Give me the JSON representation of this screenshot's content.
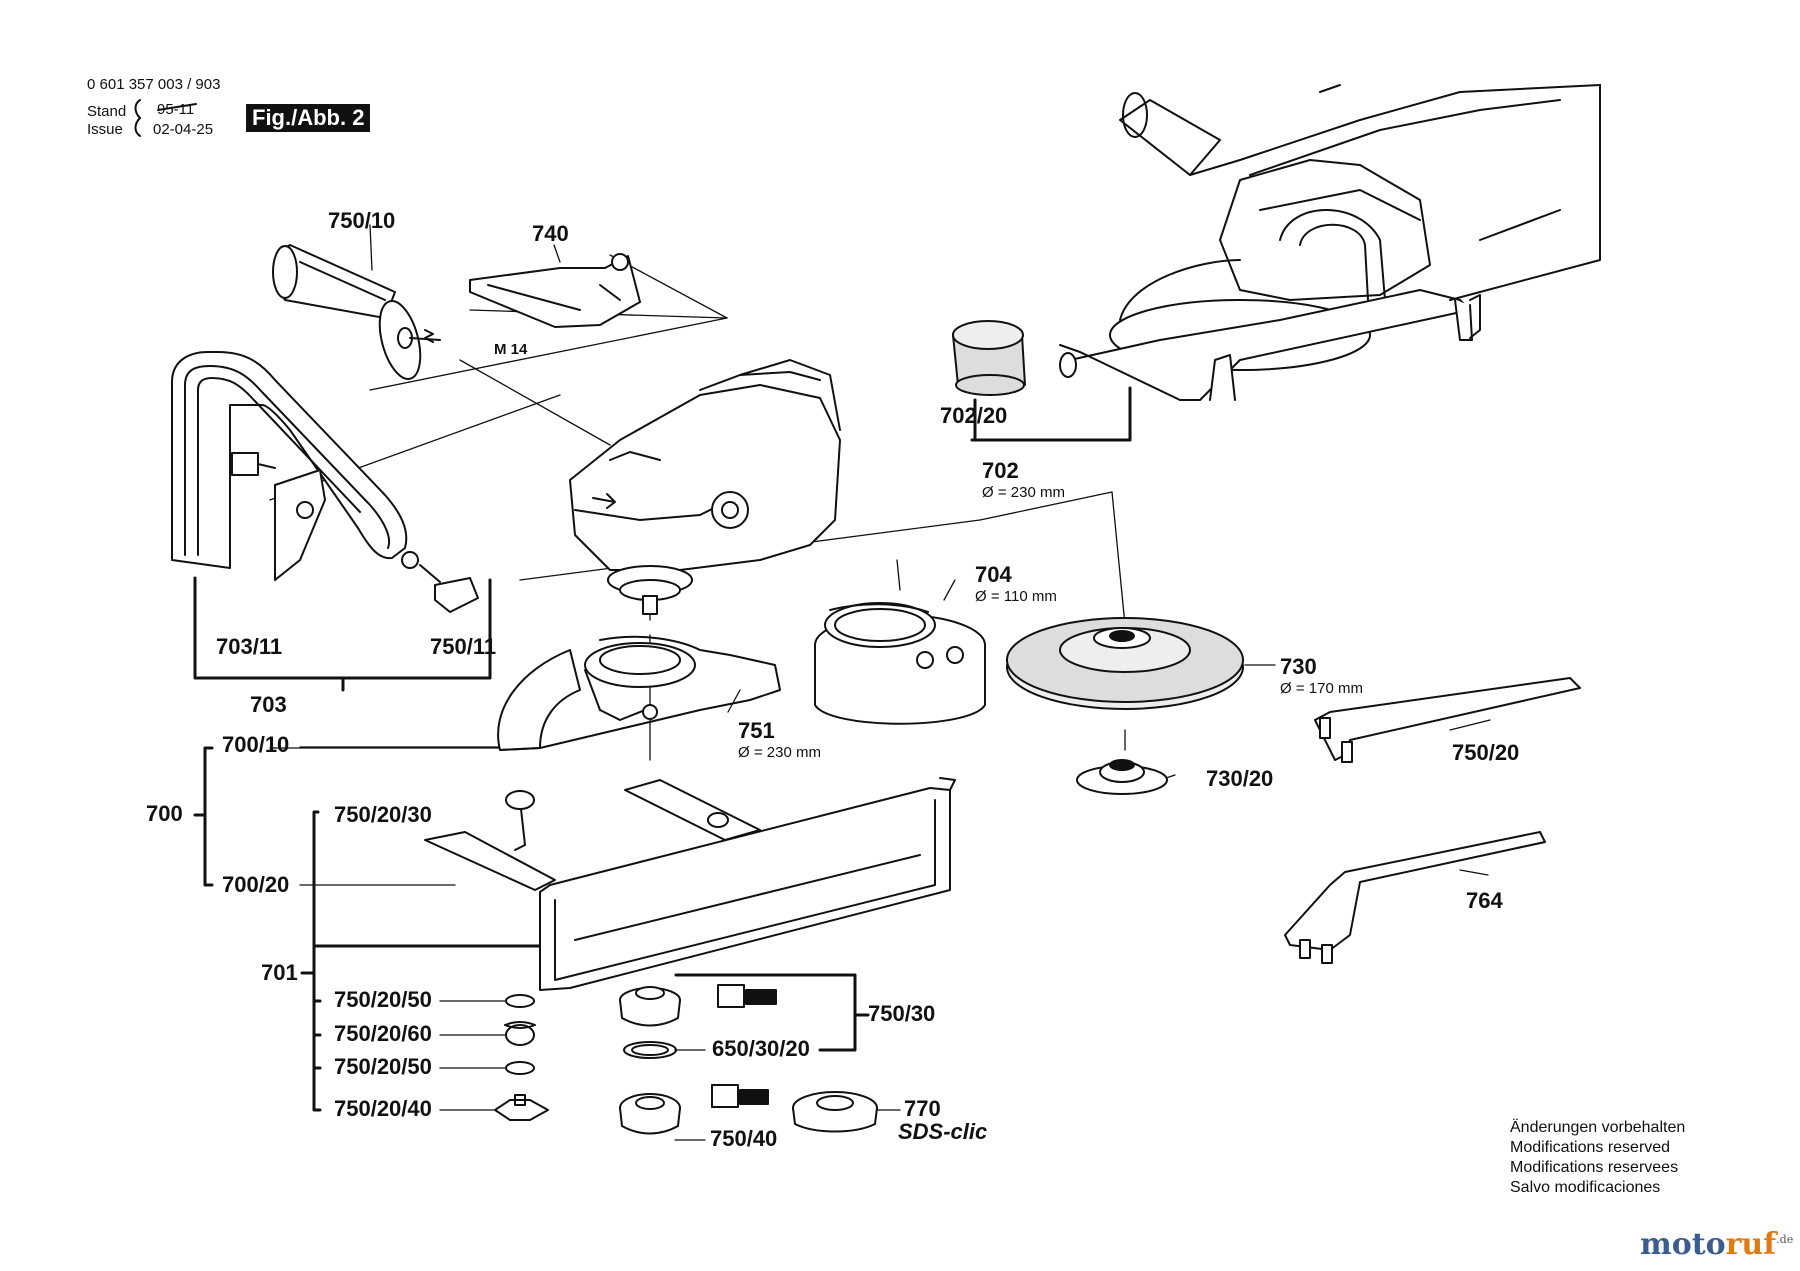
{
  "header": {
    "part_number": "0 601 357 003 / 903",
    "stand_label": "Stand",
    "stand_value": "95-11",
    "issue_label": "Issue",
    "issue_value": "02-04-25",
    "figure_label": "Fig./Abb. 2"
  },
  "parts": {
    "p750_10": "750/10",
    "p740": "740",
    "m14": "M 14",
    "p703_11": "703/11",
    "p750_11": "750/11",
    "p703": "703",
    "p700_10": "700/10",
    "p700": "700",
    "p700_20": "700/20",
    "p751": "751",
    "p751_dim": "Ø = 230 mm",
    "p702_20": "702/20",
    "p702": "702",
    "p702_dim": "Ø = 230 mm",
    "p704": "704",
    "p704_dim": "Ø = 110 mm",
    "p730": "730",
    "p730_dim": "Ø = 170 mm",
    "p730_20": "730/20",
    "p750_20": "750/20",
    "p764": "764",
    "p750_20_30": "750/20/30",
    "p701": "701",
    "p750_20_50a": "750/20/50",
    "p750_20_60": "750/20/60",
    "p750_20_50b": "750/20/50",
    "p750_20_40": "750/20/40",
    "p750_30": "750/30",
    "p650_30_20": "650/30/20",
    "p750_40": "750/40",
    "p770": "770",
    "sds": "SDS-clic"
  },
  "notes": [
    "Änderungen vorbehalten",
    "Modifications reserved",
    "Modifications reservees",
    "Salvo modificaciones"
  ],
  "watermark": {
    "part1": "moto",
    "part2": "ruf",
    "suffix": ".de"
  },
  "colors": {
    "ink": "#111111",
    "watermark_blue": "#3b5c8f",
    "watermark_orange": "#e07a14"
  }
}
